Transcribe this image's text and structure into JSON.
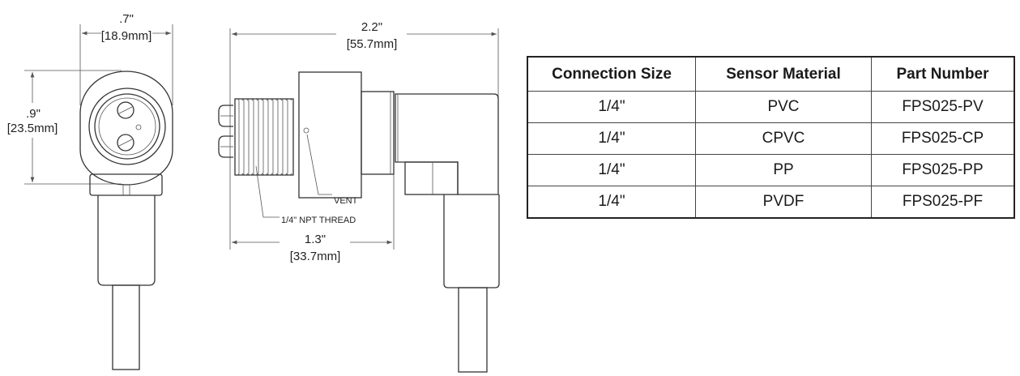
{
  "front_view": {
    "width_in": ".7\"",
    "width_mm": "[18.9mm]",
    "height_in": ".9\"",
    "height_mm": "[23.5mm]"
  },
  "side_view": {
    "length_in": "2.2\"",
    "length_mm": "[55.7mm]",
    "thread_length_in": "1.3\"",
    "thread_length_mm": "[33.7mm]",
    "vent_label": "VENT",
    "thread_label": "1/4\" NPT THREAD"
  },
  "table": {
    "headers": [
      "Connection Size",
      "Sensor Material",
      "Part Number"
    ],
    "rows": [
      [
        "1/4\"",
        "PVC",
        "FPS025-PV"
      ],
      [
        "1/4\"",
        "CPVC",
        "FPS025-CP"
      ],
      [
        "1/4\"",
        "PP",
        "FPS025-PP"
      ],
      [
        "1/4\"",
        "PVDF",
        "FPS025-PF"
      ]
    ]
  }
}
